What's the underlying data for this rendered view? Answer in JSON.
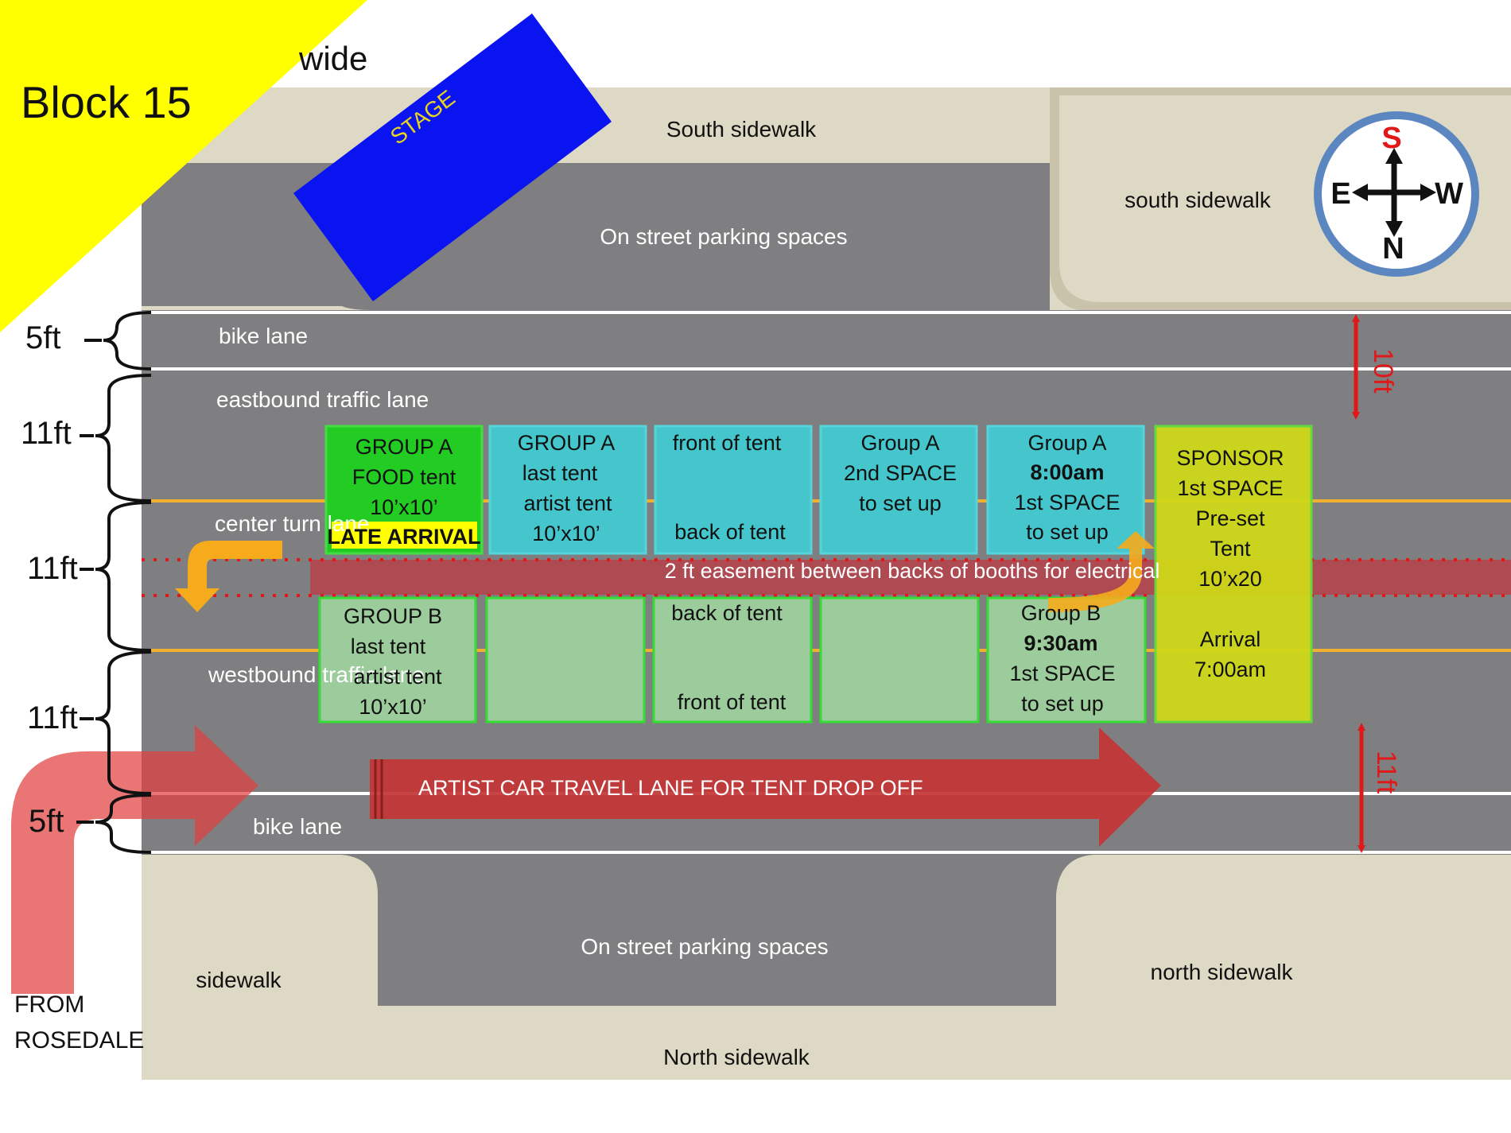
{
  "block": {
    "title": "Block 15",
    "wide": "wide"
  },
  "stage": {
    "label": "STAGE"
  },
  "colors": {
    "sidewalk": "#ded9c4",
    "road": "#7f7f81",
    "lane_line": "#ffffff",
    "center_line": "#f0b030",
    "title_flag": "#ffff00",
    "stage": "#0a14f0",
    "group_a_food": "#22cc22",
    "group_a_tent": "#44c6cc",
    "group_b_tent": "#9ccb9c",
    "sponsor": "#cfd818",
    "easement": "#b5414a",
    "arrow_red": "#c43535",
    "turn_arrow": "#f6ab1c",
    "compass_ring": "#5b86c0"
  },
  "street": {
    "south_sidewalk_left": "South sidewalk",
    "south_sidewalk_right": "south sidewalk",
    "parking_top": "On street parking spaces",
    "bike_lane_top": "bike lane",
    "eastbound": "eastbound traffic lane",
    "center_turn": "center turn lane",
    "westbound": "westbound traffic lane",
    "bike_lane_bottom": "bike lane",
    "parking_bottom": "On street parking spaces",
    "sidewalk_left": "sidewalk",
    "north_sidewalk_right": "north sidewalk",
    "north_sidewalk_bottom": "North sidewalk"
  },
  "dimensions": {
    "bike_top": "5ft",
    "eastbound": "11ft",
    "center": "11ft",
    "westbound": "11ft",
    "bike_bottom": "5ft",
    "right_top": "10ft",
    "right_bottom": "11ft"
  },
  "compass": {
    "top": "S",
    "left": "E",
    "right": "W",
    "bottom": "N"
  },
  "easement": {
    "label": "2 ft easement between backs of booths for electrical"
  },
  "artist_lane": {
    "label": "ARTIST CAR TRAVEL LANE FOR TENT DROP OFF"
  },
  "from_rosedale": {
    "line1": "FROM",
    "line2": "ROSEDALE"
  },
  "booths_top": [
    {
      "lines": [
        "GROUP A",
        "FOOD tent",
        "10’x10’"
      ],
      "badge": "LATE ARRIVAL"
    },
    {
      "lines": [
        "GROUP A",
        "last tent",
        "artist tent",
        "10’x10’"
      ]
    },
    {
      "lines": [
        "front of tent",
        "back of tent"
      ]
    },
    {
      "lines": [
        "Group A",
        "2nd SPACE",
        "to set up"
      ]
    },
    {
      "lines": [
        "Group A",
        "8:00am",
        "1st SPACE",
        "to set up"
      ]
    }
  ],
  "booths_bottom": [
    {
      "lines": [
        "GROUP B",
        "last tent",
        "artist tent",
        "10’x10’"
      ]
    },
    {
      "lines": []
    },
    {
      "lines": [
        "back of tent",
        "front of tent"
      ]
    },
    {
      "lines": []
    },
    {
      "lines": [
        "Group B",
        "9:30am",
        "1st SPACE",
        "to set up"
      ]
    }
  ],
  "sponsor": {
    "lines": [
      "SPONSOR",
      "1st SPACE",
      "Pre-set",
      "Tent",
      "10’x20",
      "Arrival",
      "7:00am"
    ]
  }
}
